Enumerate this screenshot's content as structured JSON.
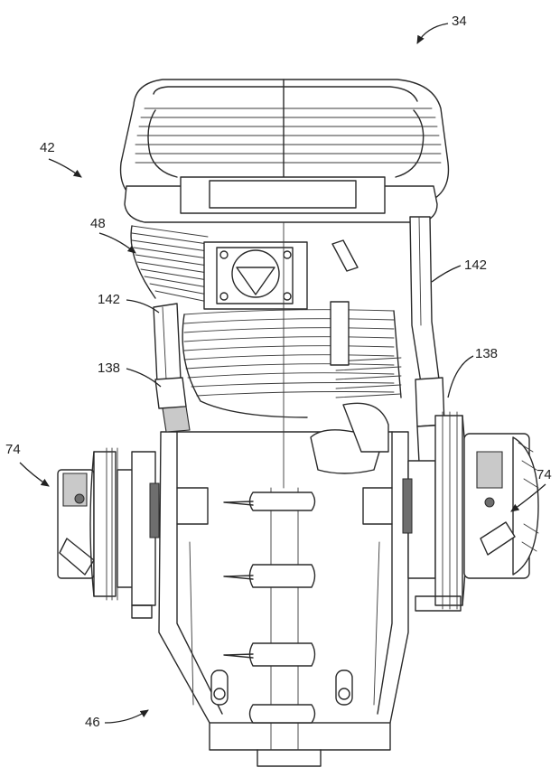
{
  "figure": {
    "reference_numerals": {
      "engine_assembly": "34",
      "cylinder_head": "42",
      "cooling_fins": "48",
      "oil_line_right": "142",
      "oil_line_left": "142",
      "fitting_left": "138",
      "fitting_right": "138",
      "cam_drive_left": "74",
      "cam_drive_right": "74",
      "crankcase": "46"
    },
    "colors": {
      "line": "#2a2a2a",
      "background": "#ffffff",
      "shade": "#c9c9c9"
    }
  }
}
